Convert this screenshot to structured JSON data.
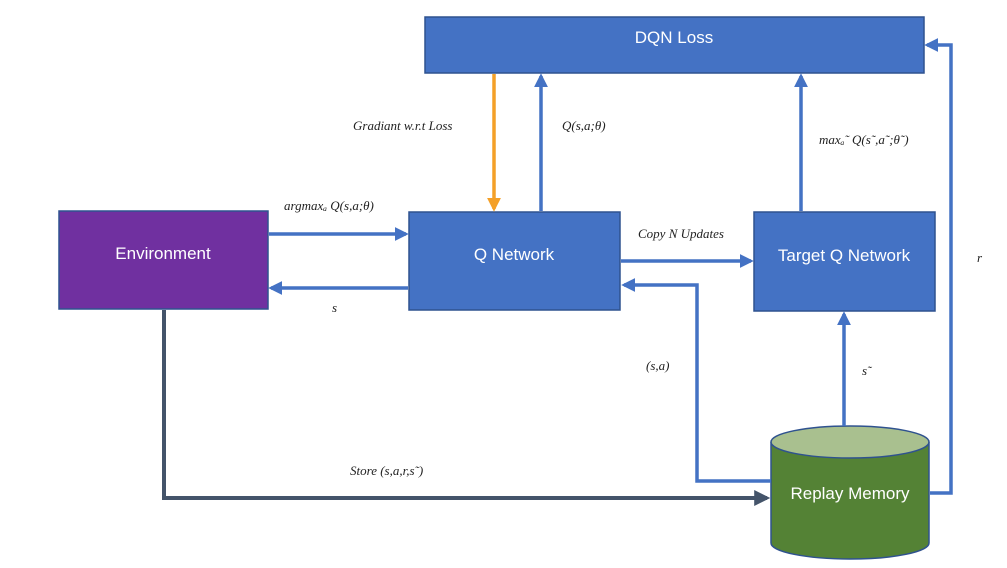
{
  "colors": {
    "box_blue": "#4472c4",
    "box_border": "#2f528f",
    "environment": "#7030a0",
    "replay_memory": "#548235",
    "replay_memory_top": "#a9c08f",
    "arrow_blue": "#4472c4",
    "arrow_orange": "#f4a028",
    "arrow_dark": "#44546a"
  },
  "nodes": {
    "dqn_loss": "DQN Loss",
    "environment": "Environment",
    "q_network": "Q Network",
    "target_q_network": "Target Q Network",
    "replay_memory": "Replay Memory"
  },
  "edges": {
    "gradient": "Gradiant w.r.t Loss",
    "q_value": "Q(s,a;θ)",
    "target_max": "maxₐ˜ Q(s˜,a˜;θ˜)",
    "argmax_action": "argmaxₐ Q(s,a;θ)",
    "state": "s",
    "copy_updates": "Copy N Updates",
    "sample_sa": "(s,a)",
    "next_state": "s˜",
    "store": "Store (s,a,r,s˜)",
    "reward": "r"
  }
}
